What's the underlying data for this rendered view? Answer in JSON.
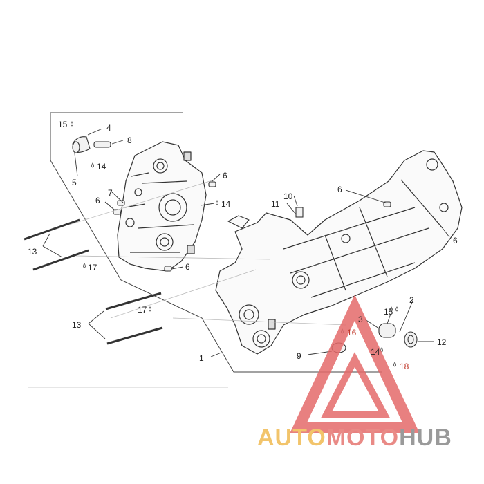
{
  "labels": {
    "p1": "1",
    "p2": "2",
    "p3": "3",
    "p4": "4",
    "p5": "5",
    "p6a": "6",
    "p6b": "6",
    "p6c": "6",
    "p6d": "6",
    "p6e": "6",
    "p7": "7",
    "p8": "8",
    "p9": "9",
    "p10": "10",
    "p11": "11",
    "p12": "12",
    "p13a": "13",
    "p13b": "13",
    "p14a": "14",
    "p14b": "14",
    "p14c": "14",
    "p15a": "15",
    "p15b": "15",
    "p16": "16",
    "p17a": "17",
    "p17b": "17",
    "p18": "18"
  },
  "watermark": {
    "part1": "AUTO",
    "part2": "MOTO",
    "part3": "HUB",
    "color1": "#f2c46b",
    "color2": "#e98a86",
    "color3": "#9a9a9a"
  },
  "colors": {
    "line": "#333333",
    "accent": "#c0392b",
    "logo": "#e06060"
  }
}
